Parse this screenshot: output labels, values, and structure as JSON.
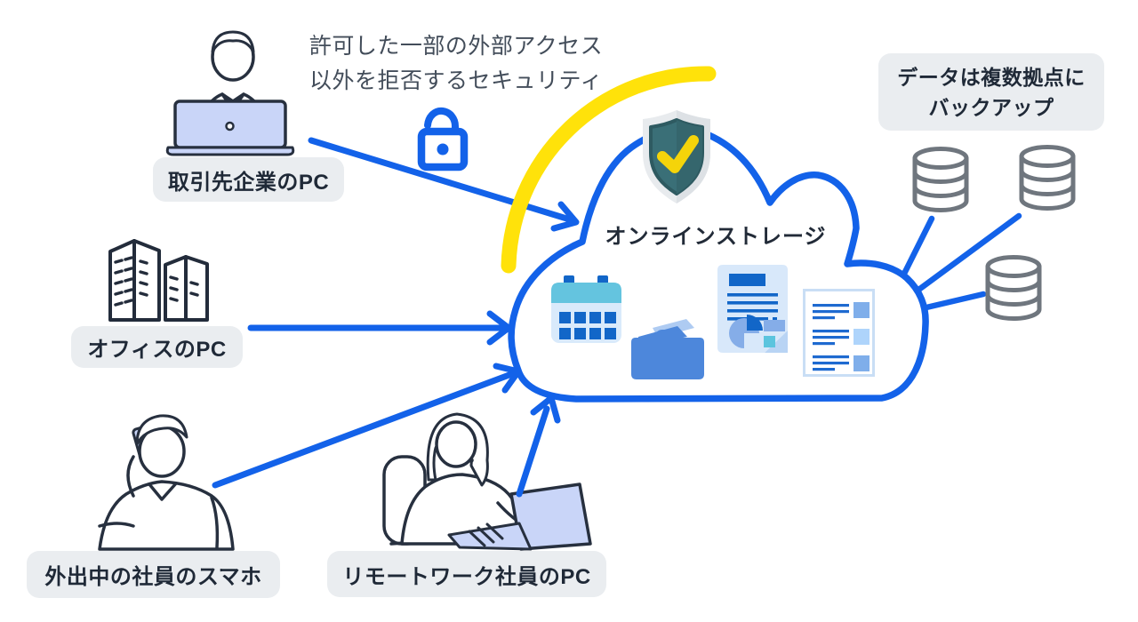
{
  "diagram": {
    "title": "オンラインストレージ",
    "security_note": {
      "line1": "許可した一部の外部アクセス",
      "line2": "以外を拒否するセキュリティ"
    },
    "backup_note": {
      "line1": "データは複数拠点に",
      "line2": "バックアップ"
    },
    "labels": {
      "partner": "取引先企業のPC",
      "office": "オフィスのPC",
      "mobile": "外出中の社員のスマホ",
      "remote": "リモートワーク社員のPC"
    },
    "icons": {
      "shield": "shield-check-icon",
      "lock": "open-lock-icon",
      "calendar": "calendar-icon",
      "folder": "folder-icon",
      "report": "report-document-icon",
      "checklist": "checklist-document-icon",
      "database": "database-icon",
      "buildings": "office-buildings-icon"
    },
    "colors": {
      "primary_blue": "#1362E9",
      "accent_yellow": "#FFE20A",
      "shield_teal": "#3A6F77",
      "check_yellow": "#F5D40A",
      "bubble_gray": "#EAEDF0",
      "label_text": "#1F2937",
      "note_text": "#434D5A",
      "database_gray": "#6F767E",
      "icon_dark_blue": "#1266C8",
      "icon_light_blue": "#D9EAFB",
      "folder_blue": "#4D87DB",
      "calendar_cyan": "#64C4DF",
      "illustration_ink": "#27303F",
      "laptop_fill": "#C9D5F8"
    }
  }
}
